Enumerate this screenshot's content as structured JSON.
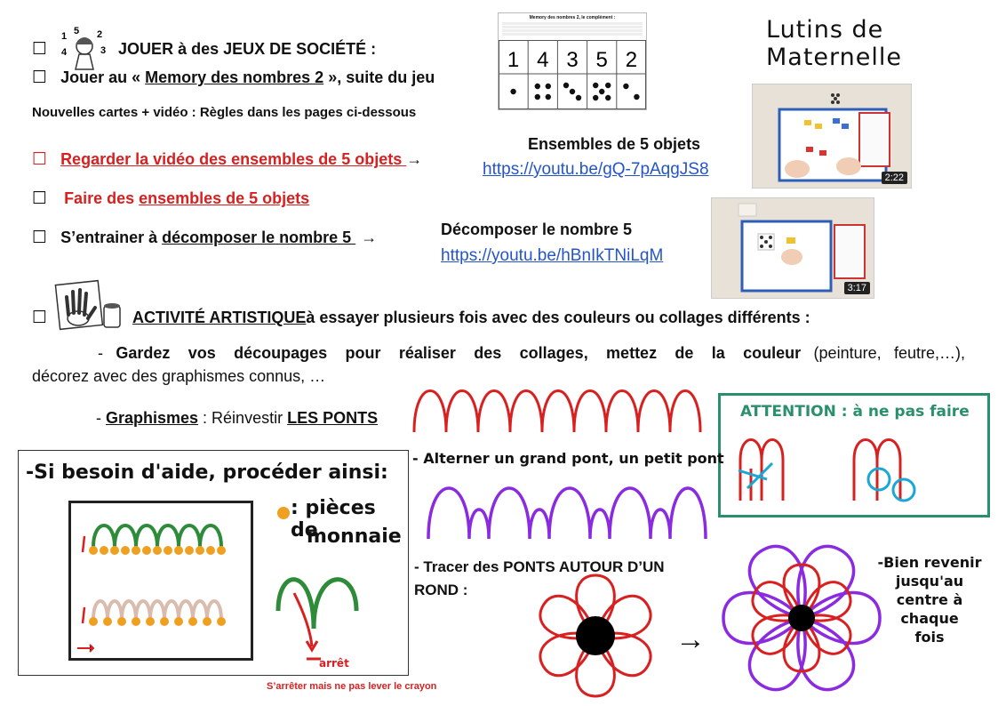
{
  "brand": "Lutins de Maternelle",
  "checkbox_glyph": "☐",
  "line1": {
    "text": "JOUER à des JEUX DE SOCIÉTÉ :",
    "icon": "girl-with-numbers-icon",
    "icon_numbers": [
      "1",
      "5",
      "2",
      "4",
      "3"
    ]
  },
  "line2": {
    "prefix": "Jouer au « ",
    "link": "Memory des nombres 2",
    "suffix": " », suite du jeu"
  },
  "line3": "Nouvelles cartes + vidéo : Règles dans les pages ci-dessous",
  "memory_card": {
    "title": "Memory des nombres 2, le complément :",
    "numbers": [
      "1",
      "4",
      "3",
      "5",
      "2"
    ],
    "dots": [
      1,
      4,
      3,
      5,
      2
    ]
  },
  "line4": {
    "text": "Regarder la vidéo des ensembles de 5 objets ",
    "arrow": "→"
  },
  "video1": {
    "title": "Ensembles de 5 objets",
    "url": "https://youtu.be/gQ-7pAqgJS8",
    "duration": "2:22"
  },
  "line5": {
    "prefix": "Faire des ",
    "link": "ensembles de 5 objets"
  },
  "line6": {
    "prefix": "S’entrainer à ",
    "link": "décomposer le nombre 5 ",
    "arrow": "→"
  },
  "video2": {
    "title": "Décomposer le nombre 5",
    "url": "https://youtu.be/hBnIkTNiLqM",
    "duration": "3:17"
  },
  "art": {
    "icon": "painted-hand-icon",
    "title": "ACTIVITÉ ARTISTIQUE",
    "rest": " à essayer plusieurs fois avec des couleurs ou collages différents :",
    "p1_dash": "- ",
    "p1_bold": "Gardez vos découpages pour réaliser des collages, mettez de la couleur",
    "p1_paren": " (peinture, feutre,…),",
    "p2": "décorez avec des graphismes connus, …",
    "g_dash": "- ",
    "g_link": "Graphismes",
    "g_mid": " : Réinvestir ",
    "g_ponts": "LES PONTS"
  },
  "help": {
    "title": "-Si besoin d'aide, procéder ainsi:",
    "legend_1": ": pièces de",
    "legend_2": "monnaie",
    "stop": "arrêt",
    "caption": "S’arrêter mais ne pas lever le crayon"
  },
  "alternate": "- Alterner un grand pont, un petit pont",
  "attention": {
    "text": "ATTENTION : à ne pas faire"
  },
  "round": {
    "line1": "- Tracer des PONTS AUTOUR D’UN",
    "line2": "ROND :",
    "arrow": "→"
  },
  "tip": {
    "l1": "-Bien revenir",
    "l2": "jusqu'au",
    "l3": "centre à",
    "l4": "chaque",
    "l5": "fois"
  },
  "colors": {
    "red": "#d92020",
    "purple": "#8a2be2",
    "green": "#2e8b3a",
    "teal": "#2a8f6c",
    "blue": "#2455c8",
    "orange": "#f0a020",
    "cyan": "#19a7d6"
  }
}
